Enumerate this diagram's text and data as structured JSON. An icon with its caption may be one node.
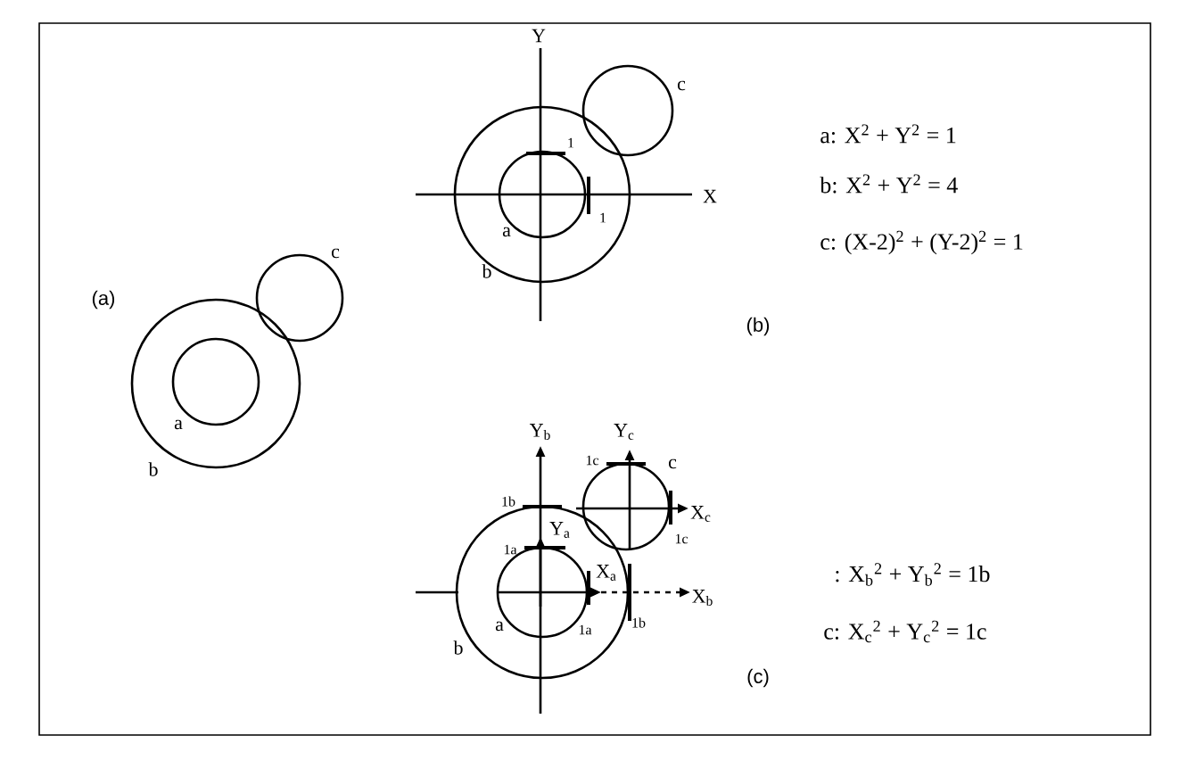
{
  "diagram": {
    "labels": [
      "c",
      "(a)",
      "a",
      "b",
      "Y",
      "c",
      "1",
      "X",
      "1",
      "a",
      "b",
      "(b)",
      "a: X$^{2}$ + Y$^{2}$ = 1",
      "b: X$^{2}$ + Y$^{2}$ = 4",
      "c: (X-2)$^{2}$ + (Y-2)$^{2}$ = 1",
      "Y$_{b}$",
      "Y$_{c}$",
      "1c",
      "c",
      "1b",
      "X$_{c}$",
      "1c",
      "Y$_{a}$",
      "1a",
      "X$_{a}$",
      "X$_{b}$",
      "a",
      "1a",
      "1b",
      "b",
      ": X$_{b}$$^{2}$ + Y$_{b}$$^{2}$ = 1b",
      "c: X$_{c}$$^{2}$ + Y$_{c}$$^{2}$ = 1c",
      "(c)"
    ]
  }
}
